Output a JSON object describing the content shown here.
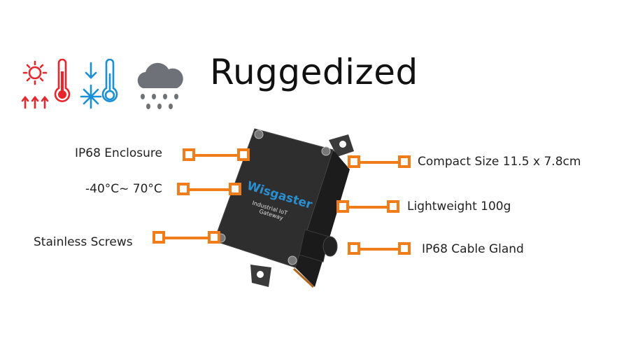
{
  "title": "Ruggedized",
  "icons": [
    {
      "name": "high-temperature-icon"
    },
    {
      "name": "low-temperature-icon"
    },
    {
      "name": "rain-cloud-icon"
    }
  ],
  "device": {
    "brand": "Wisgaster",
    "subtitle_line1": "Industrial IoT",
    "subtitle_line2": "Gateway"
  },
  "features_left": [
    {
      "label": "IP68 Enclosure"
    },
    {
      "label": "-40°C~ 70°C"
    },
    {
      "label": "Stainless Screws"
    }
  ],
  "features_right": [
    {
      "label": "Compact Size 11.5 x 7.8cm"
    },
    {
      "label": "Lightweight 100g"
    },
    {
      "label": "IP68 Cable Gland"
    }
  ],
  "colors": {
    "accent": "#f07d1a",
    "heat_red": "#e8262b",
    "cold_blue": "#1a8fd6",
    "cloud_gray": "#6e7278",
    "device_body": "#2b2b2b"
  }
}
